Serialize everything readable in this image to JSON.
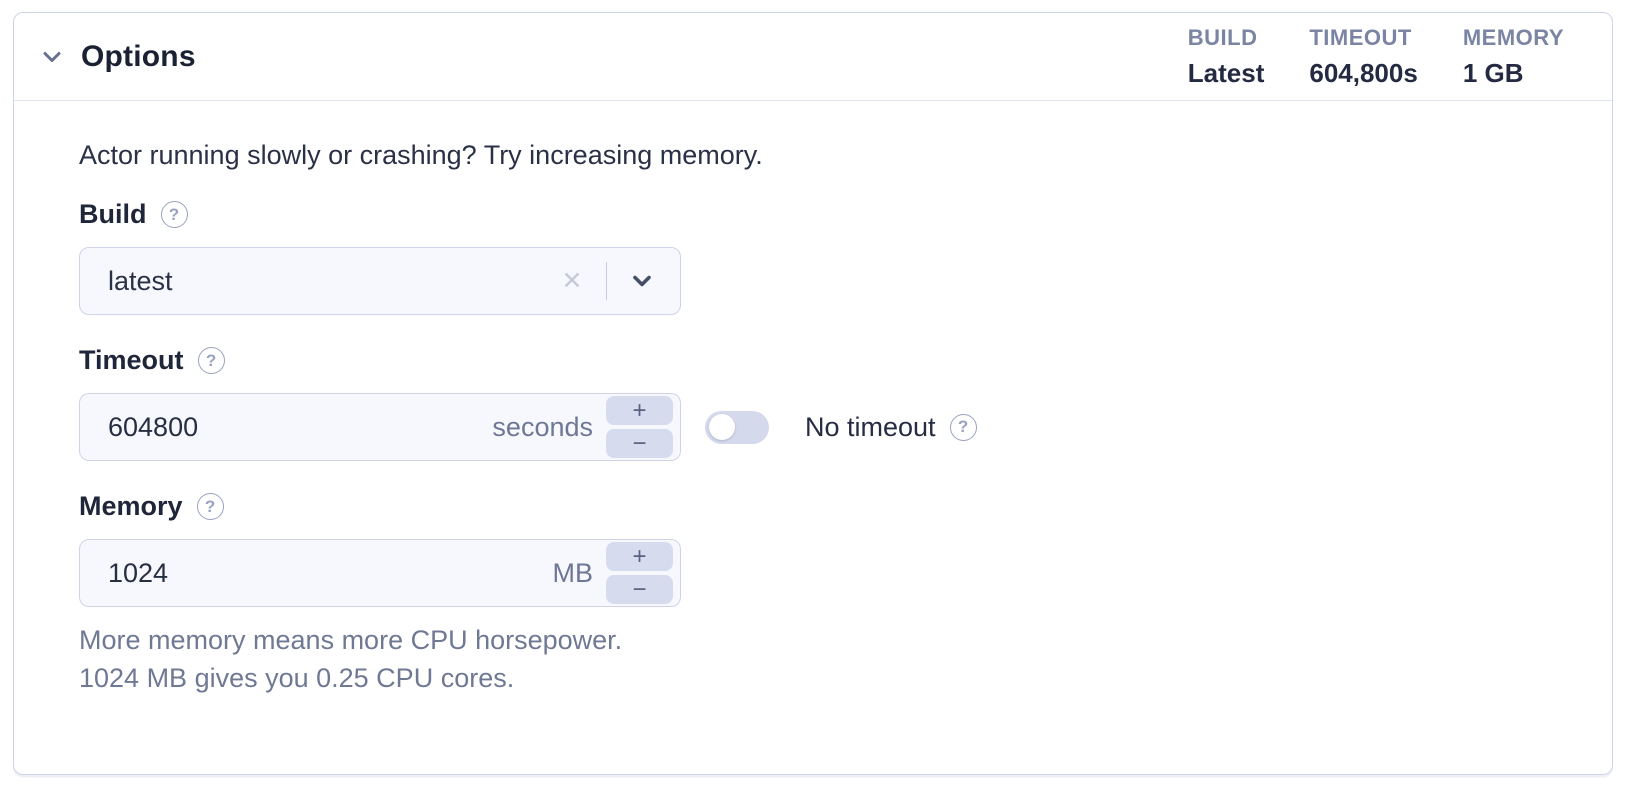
{
  "panel": {
    "header": {
      "title": "Options",
      "summary": [
        {
          "label": "BUILD",
          "value": "Latest"
        },
        {
          "label": "TIMEOUT",
          "value": "604,800s"
        },
        {
          "label": "MEMORY",
          "value": "1 GB"
        }
      ]
    },
    "intro": "Actor running slowly or crashing? Try increasing memory.",
    "build": {
      "label": "Build",
      "value": "latest",
      "clear_glyph": "✕"
    },
    "timeout": {
      "label": "Timeout",
      "value": "604800",
      "unit": "seconds",
      "toggle_label": "No timeout",
      "toggle_state": "off"
    },
    "memory": {
      "label": "Memory",
      "value": "1024",
      "unit": "MB",
      "hint_line1": "More memory means more CPU horsepower.",
      "hint_line2": "1024 MB gives you 0.25 CPU cores."
    },
    "stepper": {
      "plus": "+",
      "minus": "−"
    },
    "help_glyph": "?"
  },
  "colors": {
    "panel_border": "#cdd3e8",
    "input_border": "#ced3ea",
    "input_bg": "#f7f8fd",
    "stepper_bg": "#d7dbee",
    "toggle_track": "#d5d9ec",
    "muted_text": "#6f7994",
    "summary_label": "#7b85a3",
    "dark_text": "#1f2639"
  }
}
